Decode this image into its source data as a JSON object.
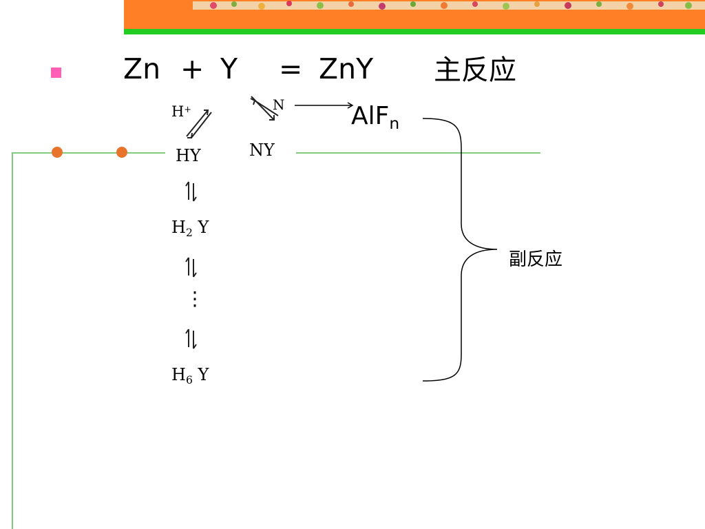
{
  "main_reaction": {
    "zn": "Zn",
    "plus": "+",
    "y": "Y",
    "equals": "=",
    "product": "ZnY",
    "label": "主反应"
  },
  "side": {
    "h_plus": "H",
    "h_plus_sup": "+",
    "n": "N",
    "alf": "AlF",
    "alf_sub": "n",
    "hy": "HY",
    "ny": "NY",
    "h2y_h": "H",
    "h2y_sub": "2",
    "h2y_y": "Y",
    "dots": "⋮",
    "h6y_h": "H",
    "h6y_sub": "6",
    "h6y_y": "Y",
    "label": "副反应"
  },
  "colors": {
    "banner_orange": "#ff7f27",
    "banner_green": "#22cc22",
    "line_green": "#7fcc7f",
    "dot_orange": "#e8732a",
    "bullet_pink": "#ff5fb4"
  },
  "icons": [
    "bullet-square-icon",
    "equilibrium-arrow-icon",
    "bullet-dot-icon"
  ]
}
